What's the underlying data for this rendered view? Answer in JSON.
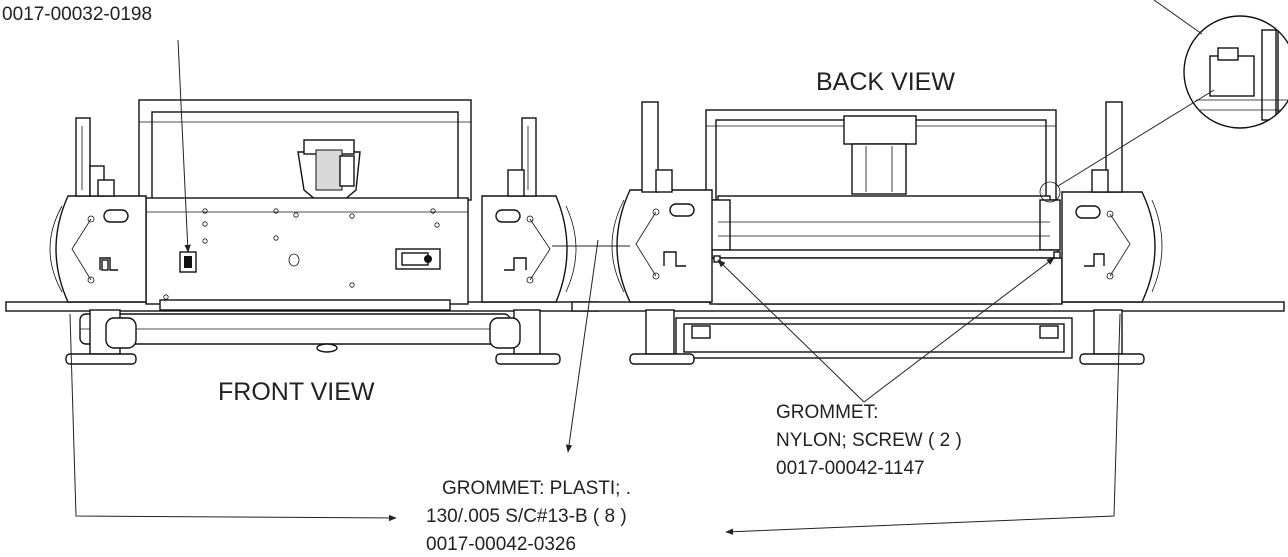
{
  "labels": {
    "top_part_number": "0017-00032-0198",
    "front_view": "FRONT VIEW",
    "back_view": "BACK VIEW",
    "nylon_grommet": {
      "line1": "GROMMET:",
      "line2": "NYLON; SCREW ( 2 )",
      "line3": "0017-00042-1147"
    },
    "plastic_grommet": {
      "line1": "GROMMET: PLASTI; .",
      "line2": "130/.005 S/C#13-B ( 8 )",
      "line3": "0017-00042-0326"
    }
  },
  "icons": {
    "arrow": "arrowhead",
    "detail": "magnified-detail-circle"
  },
  "colors": {
    "line": "#111111",
    "text": "#222222",
    "background": "#ffffff"
  }
}
